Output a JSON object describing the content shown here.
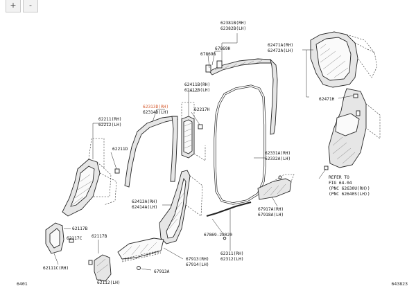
{
  "zoom": {
    "zoom_in": "+",
    "zoom_out": "-"
  },
  "labels": {
    "p62381b": "62381B(RH)",
    "p62382b": "62382B(LH)",
    "p67869h": "67869H",
    "p67869g": "67869G",
    "p62471a": "62471A(RH)",
    "p62472a": "62472A(LH)",
    "p62471h": "62471H",
    "p62411b": "62411B(RH)",
    "p62412b": "62412B(LH)",
    "p62313d": "62313D(RH)",
    "p62314d": "62314D(LH)",
    "p62217h": "62217H",
    "p62211rh": "62211(RH)",
    "p62212lh": "62212(LH)",
    "p62211d": "62211D",
    "p62331a": "62331A(RH)",
    "p62332a": "62332A(LH)",
    "refer1": "REFER TO",
    "refer2": "FIG 64-04",
    "refer3": "(PNC 62630U(RH))",
    "refer4": "(PNC 62640S(LH))",
    "p62413a": "62413A(RH)",
    "p62414a": "62414A(LH)",
    "p67917a": "67917A(RH)",
    "p67918a": "67918A(LH)",
    "p62117b_1": "62117B",
    "p62117c": "62117C",
    "p62117b_2": "62117B",
    "p6786928020": "67869-28020",
    "p62111c": "62111C(RH)",
    "p62112lh": "62112(LH)",
    "p67913rh": "67913(RH)",
    "p67914lh": "67914(LH)",
    "p67913a": "67913A",
    "p62311": "62311(RH)",
    "p62312": "62312(LH)"
  },
  "footer": {
    "left": "6401",
    "right": "643823"
  },
  "colors": {
    "highlight": "#d65a2e"
  }
}
